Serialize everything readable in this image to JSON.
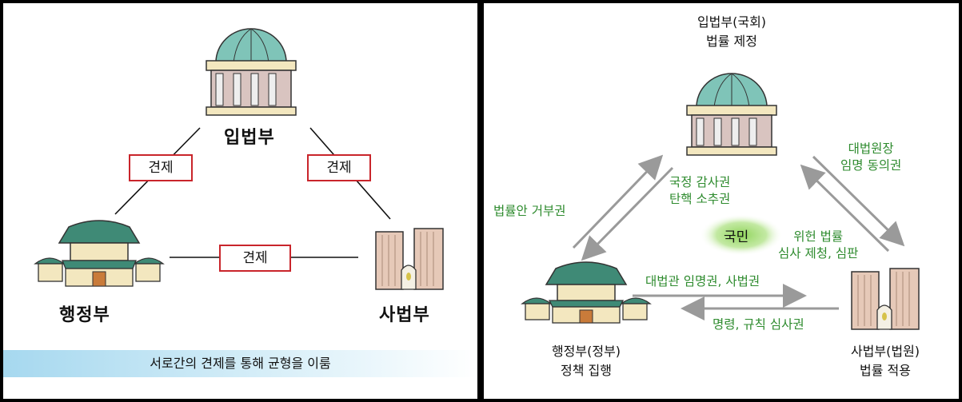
{
  "left": {
    "legislature": "입법부",
    "executive": "행정부",
    "judiciary": "사법부",
    "check_left": "견제",
    "check_right": "견제",
    "check_bottom": "견제",
    "caption": "서로간의 견제를 통해 균형을 이룸"
  },
  "right": {
    "legislature_title": "입법부(국회)",
    "legislature_role": "법률 제정",
    "executive_title": "행정부(정부)",
    "executive_role": "정책 집행",
    "judiciary_title": "사법부(법원)",
    "judiciary_role": "법률 적용",
    "center": "국민",
    "veto": "법률안 거부권",
    "audit_line1": "국정 감사권",
    "audit_line2": "탄핵 소추권",
    "consent_line1": "대법원장",
    "consent_line2": "임명 동의권",
    "review_line1": "위헌 법률",
    "review_line2": "심사 제청, 심판",
    "appoint": "대법관 임명권, 사법권",
    "order_review": "명령, 규칙 심사권"
  },
  "colors": {
    "check_box_border": "#c9252b",
    "power_text": "#2e8b2e",
    "dome": "#7fc4b8",
    "roof": "#3f8a76",
    "arrow": "#9a9a9a"
  }
}
